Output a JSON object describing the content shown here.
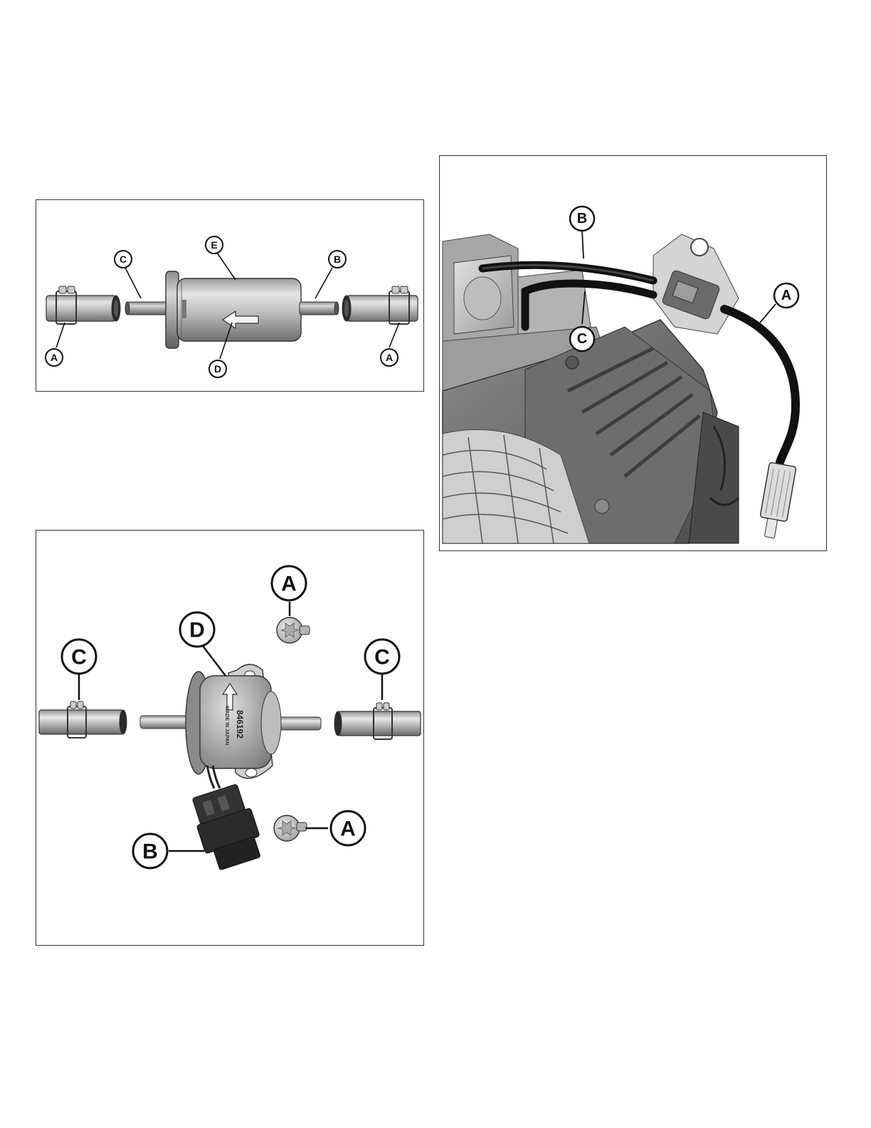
{
  "figures": {
    "fuel_filter": {
      "callouts": {
        "a_left": "A",
        "a_right": "A",
        "b": "B",
        "c": "C",
        "d": "D",
        "e": "E"
      }
    },
    "engine_fuel_lines": {
      "callouts": {
        "a": "A",
        "b": "B",
        "c": "C"
      }
    },
    "fuel_pump": {
      "callouts": {
        "a_top": "A",
        "a_bottom": "A",
        "b": "B",
        "c_left": "C",
        "c_right": "C",
        "d": "D"
      },
      "pump_label": {
        "part_number": "846192",
        "origin": "MADE IN JAPAN"
      }
    }
  }
}
